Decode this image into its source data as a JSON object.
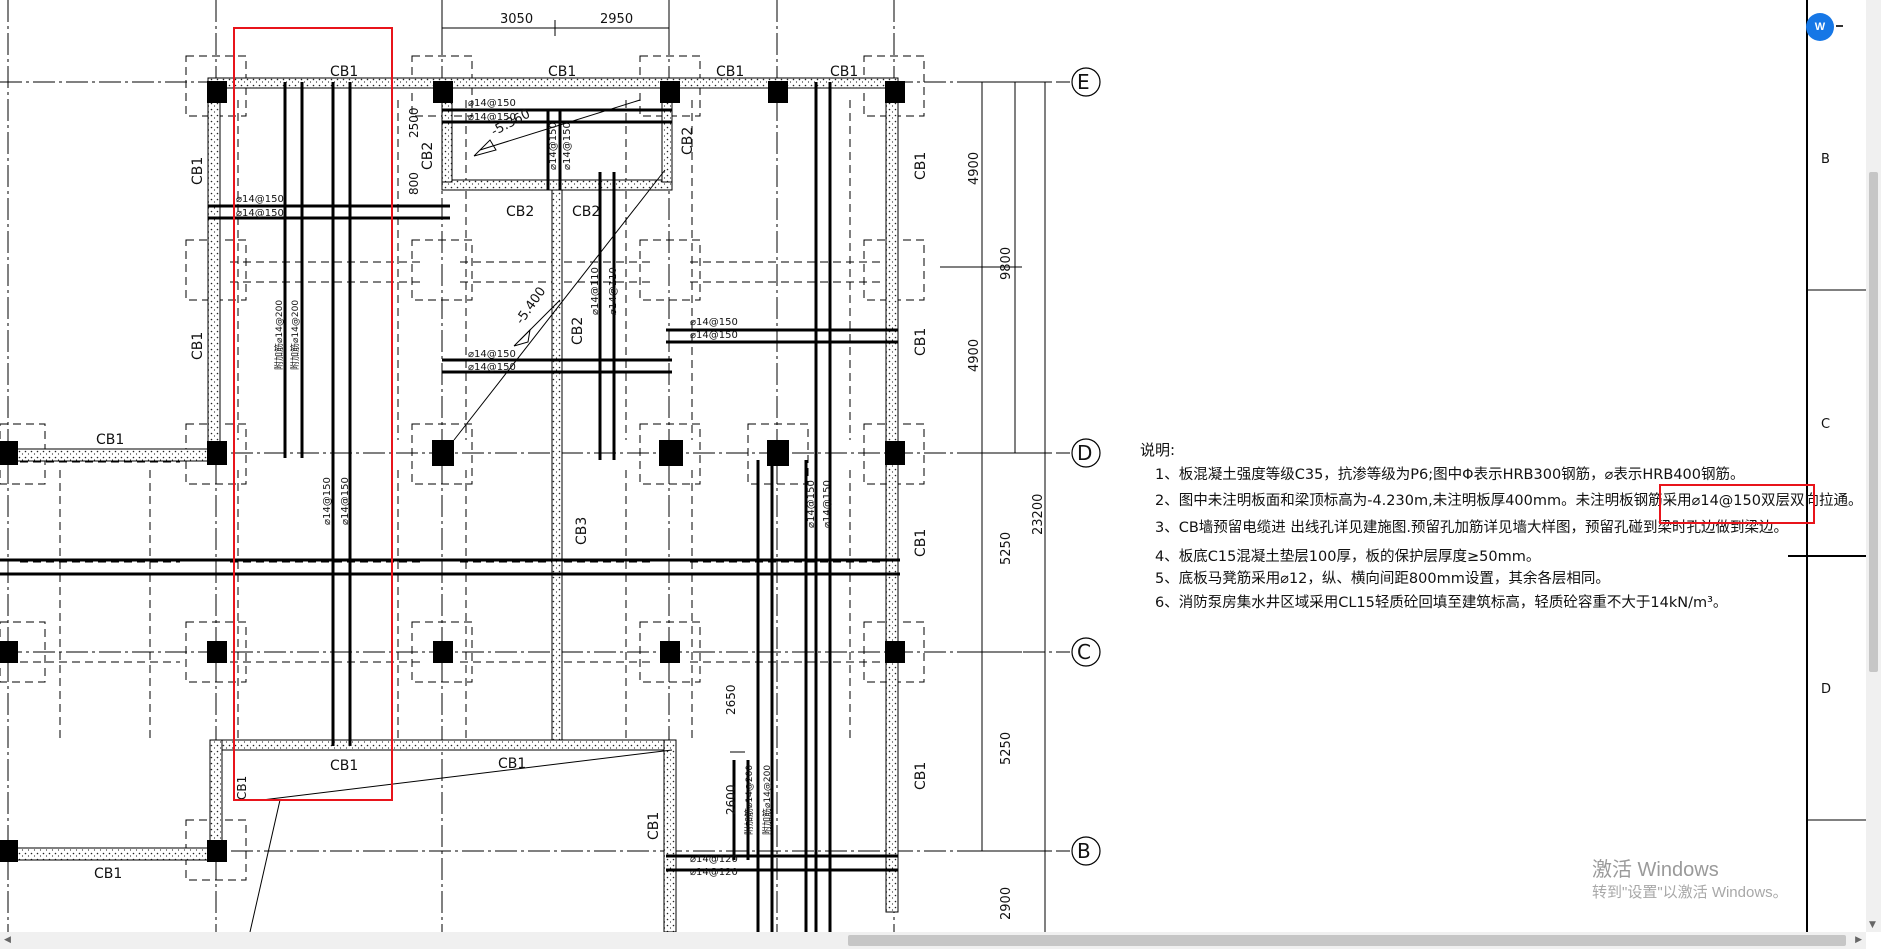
{
  "drawing": {
    "dimensions": {
      "top": [
        "3050",
        "2950"
      ],
      "right_outer": [
        "9800",
        "23200"
      ],
      "right_inner": [
        "4900",
        "4900",
        "5250",
        "5250",
        "2650",
        "2600",
        "2900"
      ],
      "left_small": [
        "2500",
        "800"
      ]
    },
    "grid_axes": [
      "E",
      "D",
      "C",
      "B"
    ],
    "beam_labels": {
      "cb1": "CB1",
      "cb2": "CB2",
      "cb3": "CB3"
    },
    "rebar_labels": {
      "r14_150": "⌀14@150",
      "r14_120": "⌀14@120",
      "r14_110": "⌀14@110",
      "add_14_200": "附加筋⌀14@200"
    },
    "elevations": [
      "-5.360",
      "-5.400"
    ],
    "title_block_zones": [
      "B",
      "C",
      "D"
    ]
  },
  "notes": {
    "heading": "说明:",
    "items": [
      "1、板混凝土强度等级C35，抗渗等级为P6;图中Φ表示HRB300钢筋，⌀表示HRB400钢筋。",
      "2、图中未注明板面和梁顶标高为-4.230m,未注明板厚400mm。未注明板钢筋采用⌀14@150双层双向拉通。",
      "3、CB墙预留电缆进 出线孔详见建施图.预留孔加筋详见墙大样图，预留孔碰到梁时孔边做到梁边。",
      "4、板底C15混凝土垫层100厚，板的保护层厚度≥50mm。",
      "5、底板马凳筋采用⌀12，纵、横向间距800mm设置，其余各层相同。",
      "6、消防泵房集水井区域采用CL15轻质砼回填至建筑标高，轻质砼容重不大于14kN/m³。"
    ]
  },
  "watermark": {
    "title": "激活 Windows",
    "subtitle": "转到\"设置\"以激活 Windows。"
  },
  "app_icon": {
    "name": "wps-icon",
    "glyph": "W"
  },
  "colors": {
    "highlight": "#e8141b",
    "line": "#000000",
    "app_blue": "#1677e6"
  }
}
